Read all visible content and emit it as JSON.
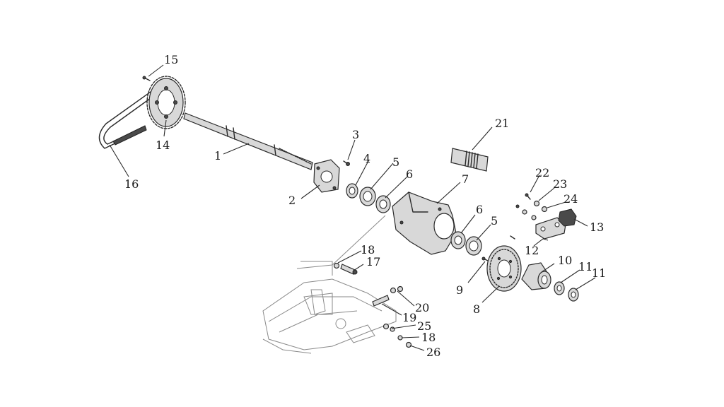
{
  "parts": {
    "p1": "1",
    "p2": "2",
    "p3": "3",
    "p4": "4",
    "p5a": "5",
    "p5b": "5",
    "p6a": "6",
    "p6b": "6",
    "p7": "7",
    "p8": "8",
    "p9": "9",
    "p10": "10",
    "p11a": "11",
    "p11b": "11",
    "p12": "12",
    "p13": "13",
    "p14": "14",
    "p15": "15",
    "p16": "16",
    "p17": "17",
    "p18a": "18",
    "p18b": "18",
    "p19": "19",
    "p20": "20",
    "p21": "21",
    "p22": "22",
    "p23": "23",
    "p24": "24",
    "p25": "25",
    "p26": "26"
  },
  "colors": {
    "ink": "#2a2a2a",
    "paper": "#ffffff",
    "metal": "#d8d8d8"
  }
}
